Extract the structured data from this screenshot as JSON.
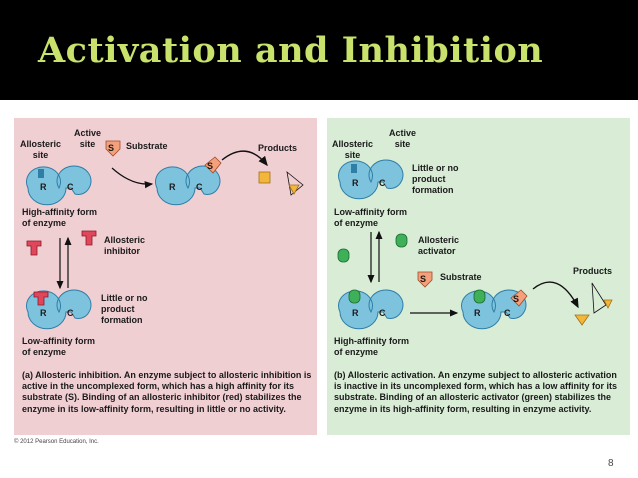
{
  "title": "Activation and Inhibition",
  "panel_a": {
    "labels": {
      "allosteric_site": "Allosteric\nsite",
      "active_site": "Active\nsite",
      "substrate": "Substrate",
      "products": "Products",
      "high_affinity": "High-affinity form\nof enzyme",
      "allosteric_inhibitor": "Allosteric\ninhibitor",
      "little_or_no": "Little or no\nproduct\nformation",
      "low_affinity": "Low-affinity form\nof enzyme"
    },
    "caption_bold": "(a) Allosteric inhibition.",
    "caption_text": " An enzyme subject to allosteric inhibition is active in the uncomplexed form, which has a high affinity for its substrate (S). Binding of an allosteric inhibitor (red) stabilizes the enzyme in its low-affinity form, resulting in little or no activity."
  },
  "panel_b": {
    "labels": {
      "allosteric_site": "Allosteric\nsite",
      "active_site": "Active\nsite",
      "little_or_no": "Little or no\nproduct\nformation",
      "low_affinity": "Low-affinity form\nof enzyme",
      "allosteric_activator": "Allosteric\nactivator",
      "substrate": "Substrate",
      "products": "Products",
      "high_affinity": "High-affinity form\nof enzyme"
    },
    "caption_bold": "(b) Allosteric activation.",
    "caption_text": " An enzyme subject to allosteric activation is inactive in its uncomplexed form, which has a low affinity for its substrate. Binding of an allosteric activator (green) stabilizes the enzyme in its high-affinity form, resulting in enzyme activity."
  },
  "enzyme_letters": {
    "r": "R",
    "c": "C",
    "s": "S"
  },
  "copyright": "© 2012 Pearson Education, Inc.",
  "page_number": "8",
  "colors": {
    "title": "#c8e26c",
    "panel_a_bg": "#f0cfd3",
    "panel_b_bg": "#d8ecd6",
    "enzyme": "#7ec3de",
    "inhibitor": "#e0475a",
    "activator": "#3fb05a",
    "substrate": "#f4a07a",
    "product": "#f2b63a"
  }
}
